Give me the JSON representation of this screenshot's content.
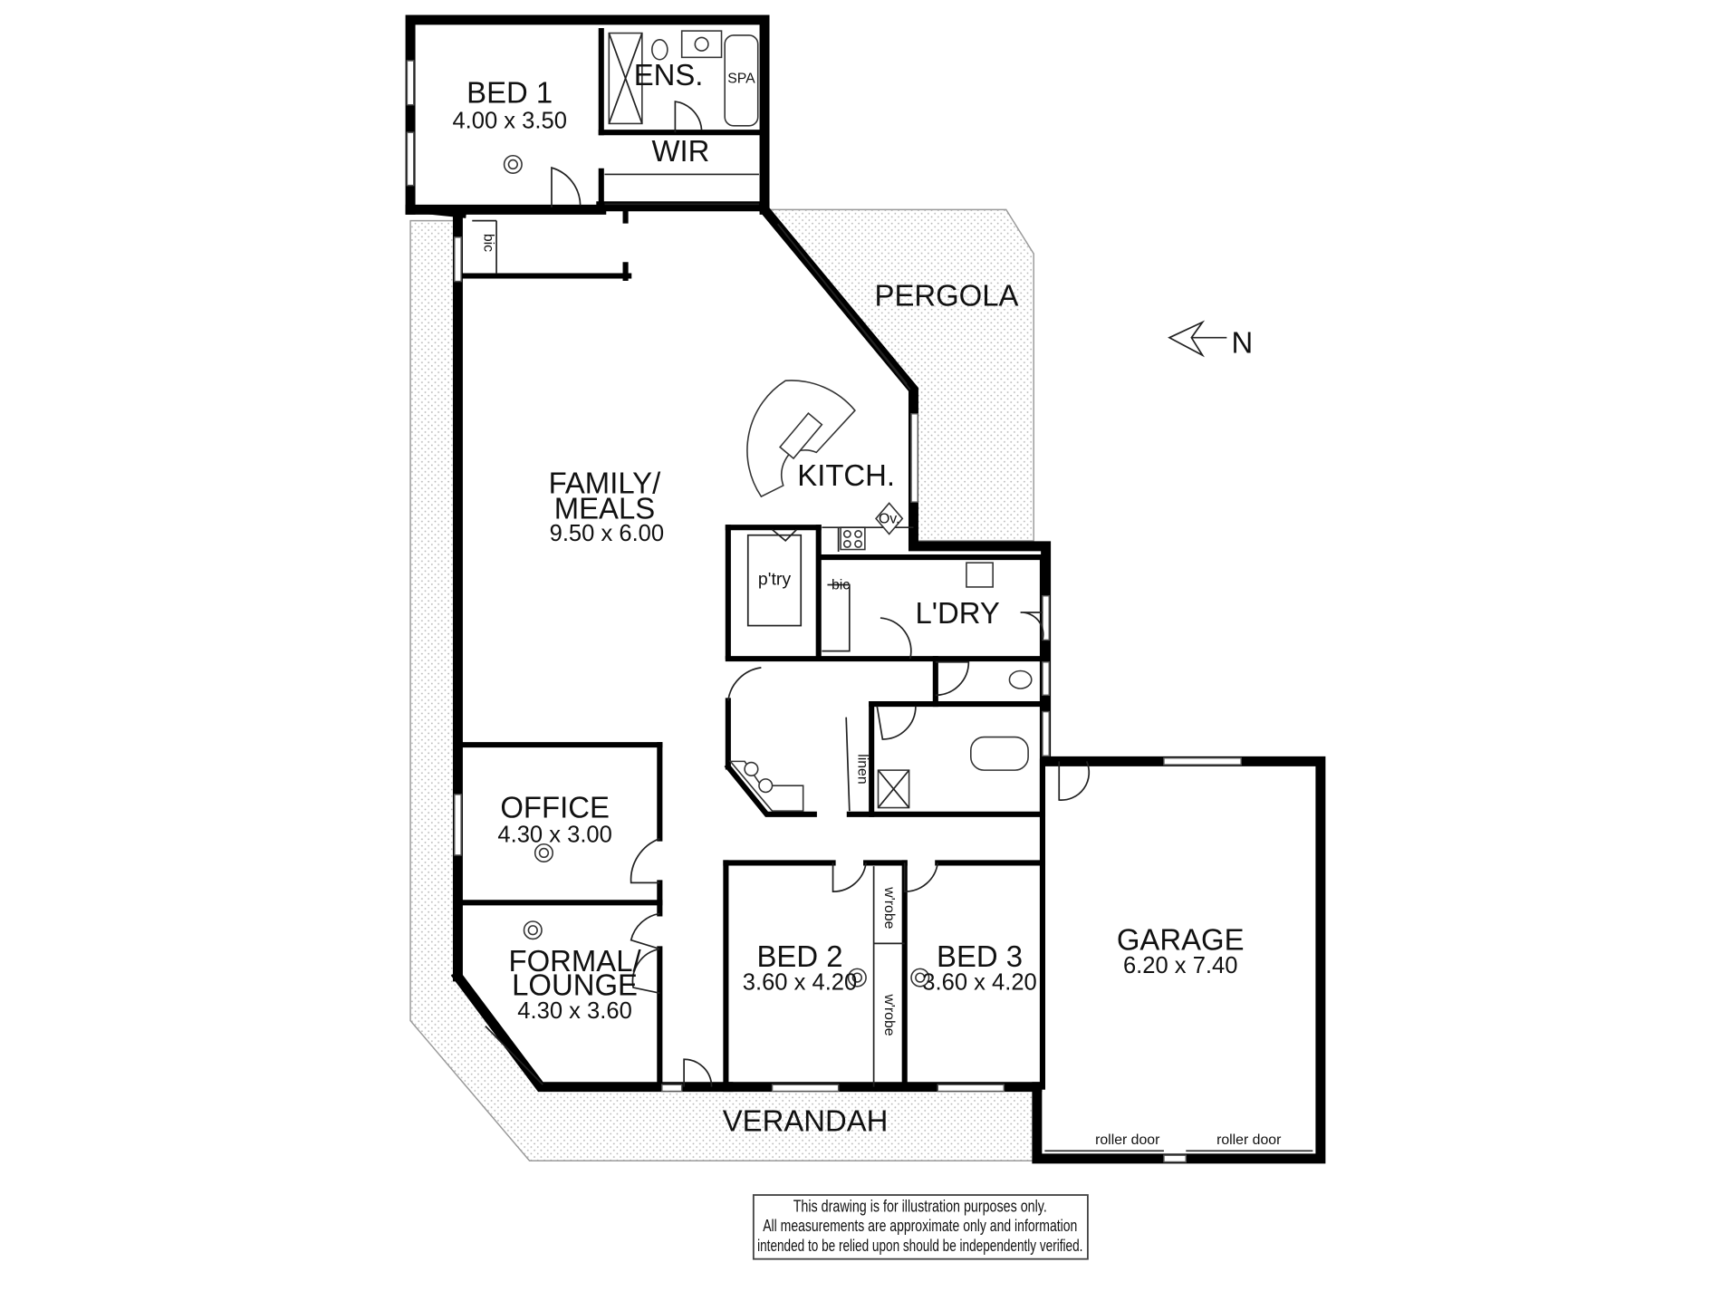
{
  "rooms": {
    "bed1": {
      "name": "BED 1",
      "dims": "4.00 x 3.50"
    },
    "ensuite": {
      "name": "ENS."
    },
    "spa": {
      "name": "SPA"
    },
    "wir": {
      "name": "WIR"
    },
    "bic_top": {
      "name": "bic"
    },
    "pergola": {
      "name": "PERGOLA"
    },
    "family": {
      "name_line1": "FAMILY/",
      "name_line2": "MEALS",
      "dims": "9.50 x 6.00"
    },
    "kitchen": {
      "name": "KITCH."
    },
    "oven": {
      "name": "Ov."
    },
    "pantry": {
      "name": "p'try"
    },
    "bic_laundry": {
      "name": "bic"
    },
    "laundry": {
      "name": "L'DRY"
    },
    "linen": {
      "name": "linen"
    },
    "office": {
      "name": "OFFICE",
      "dims": "4.30 x 3.00"
    },
    "formal": {
      "name_line1": "FORMAL/",
      "name_line2": "LOUNGE",
      "dims": "4.30 x 3.60"
    },
    "bed2": {
      "name": "BED 2",
      "dims": "3.60 x 4.20"
    },
    "robe_upper": {
      "name": "w'robe"
    },
    "robe_lower": {
      "name": "w'robe"
    },
    "bed3": {
      "name": "BED 3",
      "dims": "3.60 x 4.20"
    },
    "garage": {
      "name": "GARAGE",
      "dims": "6.20 x 7.40"
    },
    "roller_door_left": {
      "name": "roller door"
    },
    "roller_door_right": {
      "name": "roller door"
    },
    "verandah": {
      "name": "VERANDAH"
    }
  },
  "compass": {
    "label": "N"
  },
  "disclaimer": {
    "line1": "This drawing is for illustration purposes only.",
    "line2": "All measurements are approximate only and information",
    "line3": "intended to be relied upon should be independently verified."
  },
  "colors": {
    "wall": "#000000",
    "outdoor_dots": "#b8b8b8",
    "background": "#ffffff"
  }
}
